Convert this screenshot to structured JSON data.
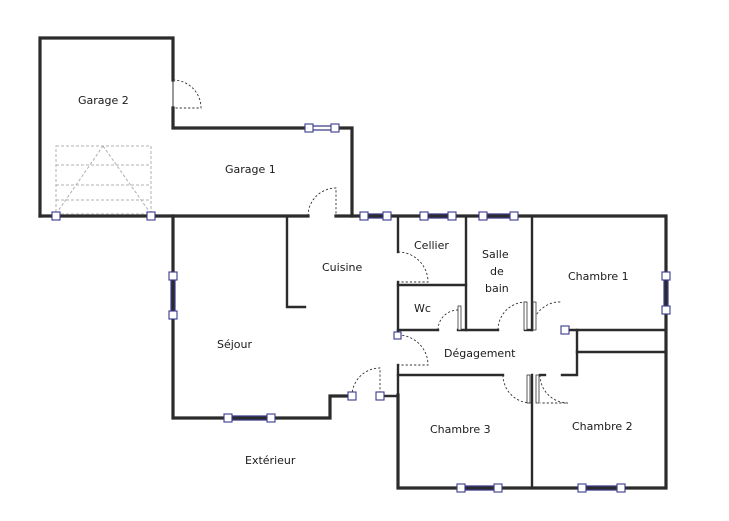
{
  "rooms": {
    "garage2": "Garage 2",
    "garage1": "Garage 1",
    "cuisine": "Cuisine",
    "sejour": "Séjour",
    "cellier": "Cellier",
    "salle_de_bain": [
      "Salle",
      "de",
      "bain"
    ],
    "wc": "Wc",
    "chambre1": "Chambre 1",
    "degagement": "Dégagement",
    "chambre3": "Chambre 3",
    "chambre2": "Chambre 2",
    "exterieur": "Extérieur"
  }
}
